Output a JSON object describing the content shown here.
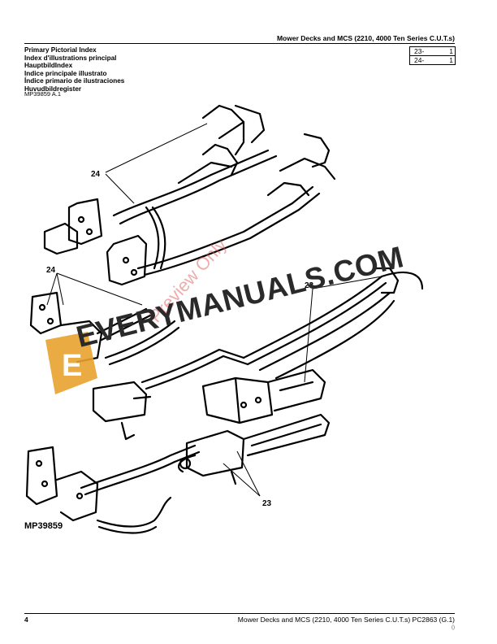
{
  "header": {
    "title": "Mower Decks and MCS (2210, 4000 Ten Series C.U.T.s)"
  },
  "index": {
    "titles": [
      "Primary Pictorial Index",
      "Index d'illustrations principal",
      "HauptbildIndex",
      "Indice principale illustrato",
      "Índice primario de ilustraciones",
      "Huvudbildregister"
    ],
    "figure_code": "MP39859 A.1",
    "refs": [
      {
        "code": "23-",
        "num": "1"
      },
      {
        "code": "24-",
        "num": "1"
      }
    ]
  },
  "figure": {
    "label": "MP39859",
    "callouts": [
      {
        "num": "24"
      },
      {
        "num": "24"
      },
      {
        "num": "23"
      },
      {
        "num": "23"
      }
    ]
  },
  "watermark": {
    "text": "EVERYMANUALS.COM",
    "logo_letter": "E",
    "preview": "Preview Only",
    "logo_color": "#e8a32e"
  },
  "footer": {
    "page_number": "4",
    "text": "Mower Decks and MCS (2210, 4000 Ten Series C.U.T.s)   PC2863   (G.1)",
    "small": "()"
  }
}
